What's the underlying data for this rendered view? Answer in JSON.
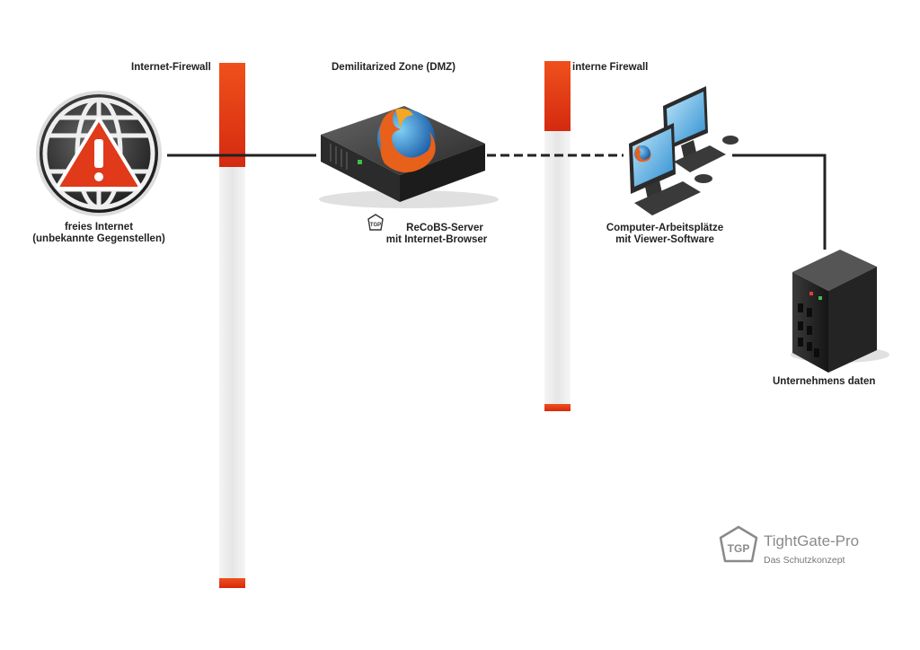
{
  "labels": {
    "internet_firewall": "Internet-Firewall",
    "dmz": "Demilitarized Zone (DMZ)",
    "internal_firewall": "interne Firewall",
    "internet_line1": "freies Internet",
    "internet_line2": "(unbekannte Gegenstellen)",
    "server_line1": "ReCoBS-Server",
    "server_line2": "mit Internet-Browser",
    "workstations_line1": "Computer-Arbeitsplätze",
    "workstations_line2": "mit Viewer-Software",
    "company_data": "Unternehmens daten"
  },
  "brand": {
    "logo_text": "TGP",
    "name": "TightGate-Pro",
    "tagline": "Das Schutzkonzept"
  },
  "colors": {
    "firewall_red": "#e63a16",
    "firewall_bar": "#eeeeee",
    "connector": "#222222"
  }
}
